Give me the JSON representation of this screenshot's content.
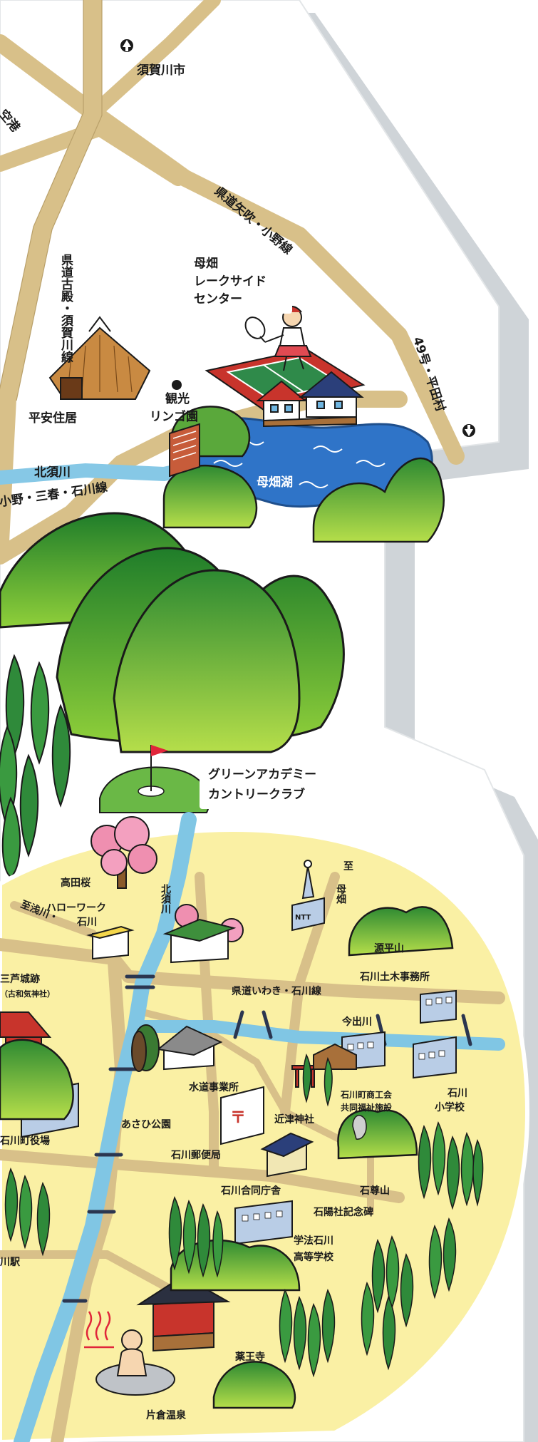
{
  "labels": {
    "sukagawa": "須賀川市",
    "airport": "空港",
    "road_yabuki_ono": "県道矢吹・小野線",
    "road_furudono_sukagawa": "県道古殿・須賀川線",
    "hahakigoko_center": [
      "母畑",
      "レークサイド",
      "センター"
    ],
    "route49": "49号・平田村",
    "heian_house": "平安住居",
    "ringo_en": [
      "観光",
      "リンゴ園"
    ],
    "kita_sukagawa": "北須川",
    "road_ono_miharu": "小野・三春・石川線",
    "hahakigoko": "母畑湖",
    "green_academy": [
      "グリーンアカデミー",
      "カントリークラブ"
    ],
    "takadazakura": "高田桜",
    "hello_work": [
      "ハローワーク",
      "石川"
    ],
    "kita_sukagawa_v": "北須川",
    "route118_1": "至",
    "route118_2": "母畑",
    "ntt": "NTT",
    "genpeizan": "源平山",
    "ishikawa_doboku": "石川土木事務所",
    "asakawa_road": "至浅川・",
    "road_iwaki_ishikawa": "県道いわき・石川線",
    "imadegawa": "今出川",
    "minouchi_ruins": [
      "三芦城跡",
      "（古和気神社）"
    ],
    "suido": "水道事業所",
    "asahi_park": "あさひ公園",
    "kotsu_shrine": "近津神社",
    "shokokai": [
      "石川町商工会",
      "共同福祉施設"
    ],
    "ishikawa_elem": [
      "石川",
      "小学校"
    ],
    "town_office": "石川町役場",
    "post_office": "石川郵便局",
    "godo_chosha": "石川合同庁舎",
    "sekison": "石尊山",
    "kinenhi": "石陽社記念碑",
    "high_school": [
      "学法石川",
      "高等学校"
    ],
    "station": "川駅",
    "yakuoji": "薬王寺",
    "katakura_onsen": "片倉温泉"
  },
  "colors": {
    "road": "#d9c08c",
    "river": "#7fc4e2",
    "lake": "#2f74c8",
    "hill": "#3f9a3a",
    "town": "#faf1a8",
    "shadow": "#c9ced3"
  },
  "icons": [
    "north-arrow-icon",
    "tennis-player-icon",
    "golf-flag-icon",
    "hot-spring-icon",
    "shrine-gate-icon",
    "bridge-icon"
  ]
}
